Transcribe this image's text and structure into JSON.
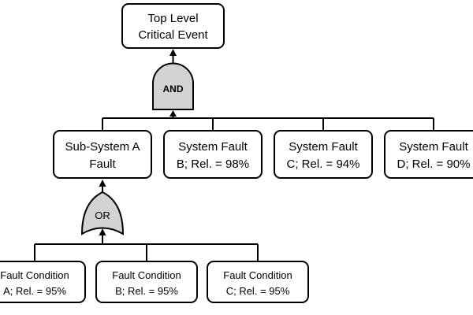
{
  "top_event": {
    "line1": "Top Level",
    "line2": "Critical Event"
  },
  "and_gate": {
    "label": "AND"
  },
  "or_gate": {
    "label": "OR"
  },
  "level2": [
    {
      "line1": "Sub-System A",
      "line2": "Fault"
    },
    {
      "line1": "System Fault",
      "line2": "B; Rel. = 98%"
    },
    {
      "line1": "System Fault",
      "line2": "C; Rel. = 94%"
    },
    {
      "line1": "System Fault",
      "line2": "D; Rel. = 90%"
    }
  ],
  "level3": [
    {
      "line1": "Fault Condition",
      "line2": "A; Rel. = 95%"
    },
    {
      "line1": "Fault Condition",
      "line2": "B; Rel. = 95%"
    },
    {
      "line1": "Fault Condition",
      "line2": "C; Rel. = 95%"
    }
  ]
}
